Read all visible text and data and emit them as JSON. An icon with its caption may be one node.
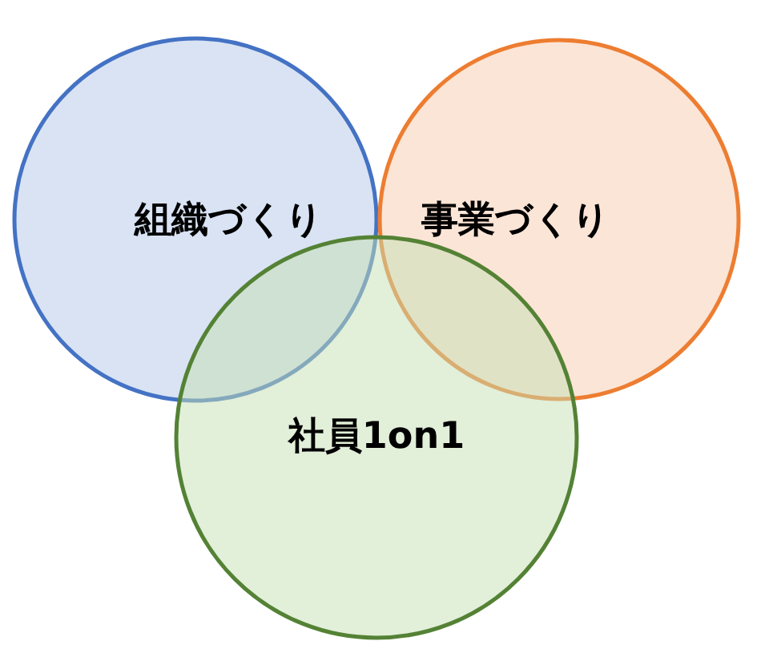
{
  "diagram": {
    "nodes": [
      {
        "text": [
          "組織づくり"
        ]
      },
      {
        "text": [
          "事業づくり"
        ]
      },
      {
        "text": [
          "社員1on1"
        ]
      }
    ]
  }
}
